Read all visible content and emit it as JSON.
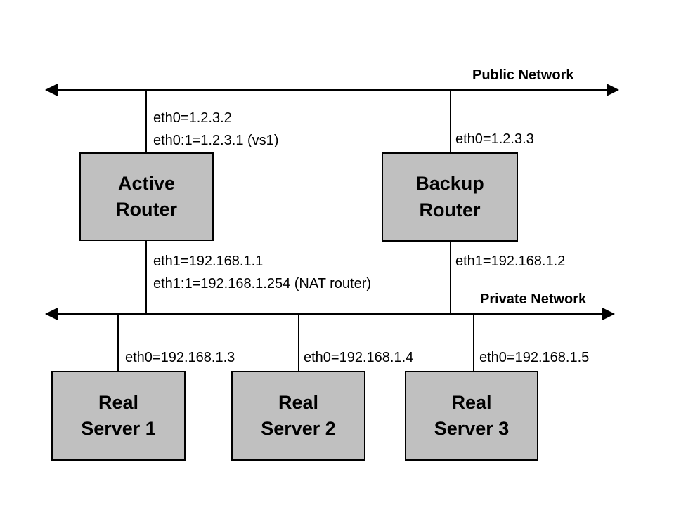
{
  "networks": {
    "public": {
      "label": "Public Network"
    },
    "private": {
      "label": "Private Network"
    }
  },
  "nodes": {
    "active_router": {
      "label": "Active\nRouter"
    },
    "backup_router": {
      "label": "Backup\nRouter"
    },
    "real_server_1": {
      "label": "Real\nServer 1"
    },
    "real_server_2": {
      "label": "Real\nServer 2"
    },
    "real_server_3": {
      "label": "Real\nServer 3"
    }
  },
  "interfaces": {
    "active_public_line1": "eth0=1.2.3.2",
    "active_public_line2": "eth0:1=1.2.3.1 (vs1)",
    "backup_public": "eth0=1.2.3.3",
    "active_private_line1": "eth1=192.168.1.1",
    "active_private_line2": "eth1:1=192.168.1.254 (NAT router)",
    "backup_private": "eth1=192.168.1.2",
    "server1_eth0": "eth0=192.168.1.3",
    "server2_eth0": "eth0=192.168.1.4",
    "server3_eth0": "eth0=192.168.1.5"
  },
  "colors": {
    "node_fill": "#c0c0c0",
    "line": "#000000",
    "background": "#ffffff"
  }
}
